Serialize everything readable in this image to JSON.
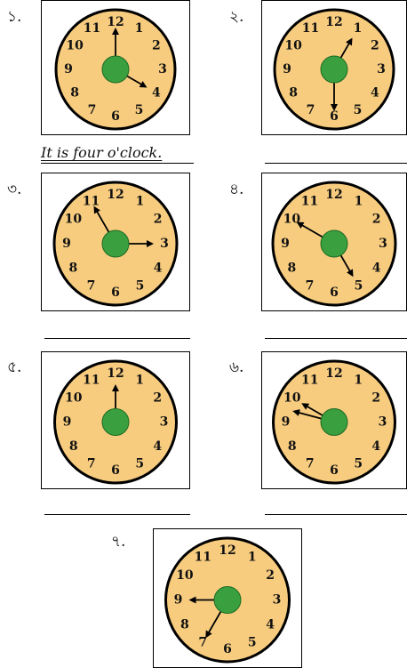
{
  "worksheet": {
    "answer_text": "It is four o'clock.",
    "colors": {
      "face": "#f7cc7f",
      "rim": "#000000",
      "center": "#3a9f3f",
      "hand": "#000000"
    },
    "questions": [
      {
        "label": "১.",
        "clock": {
          "hour_hand_points_to": 4,
          "minute_hand_points_to": 12
        }
      },
      {
        "label": "২.",
        "clock": {
          "hour_hand_points_to": 1,
          "minute_hand_points_to": 6
        }
      },
      {
        "label": "৩.",
        "clock": {
          "hour_hand_points_to": 3,
          "minute_hand_points_to": 11
        }
      },
      {
        "label": "৪.",
        "clock": {
          "hour_hand_points_to": 5,
          "minute_hand_points_to": 10
        }
      },
      {
        "label": "৫.",
        "clock": {
          "hour_hand_points_to": 12,
          "minute_hand_points_to": null
        }
      },
      {
        "label": "৬.",
        "clock": {
          "hour_hand_points_to": 10,
          "minute_hand_points_to": 9.5
        }
      },
      {
        "label": "৭.",
        "clock": {
          "hour_hand_points_to": 9,
          "minute_hand_points_to": 7
        }
      }
    ],
    "dial_numbers": [
      "12",
      "1",
      "2",
      "3",
      "4",
      "5",
      "6",
      "7",
      "8",
      "9",
      "10",
      "11"
    ]
  }
}
